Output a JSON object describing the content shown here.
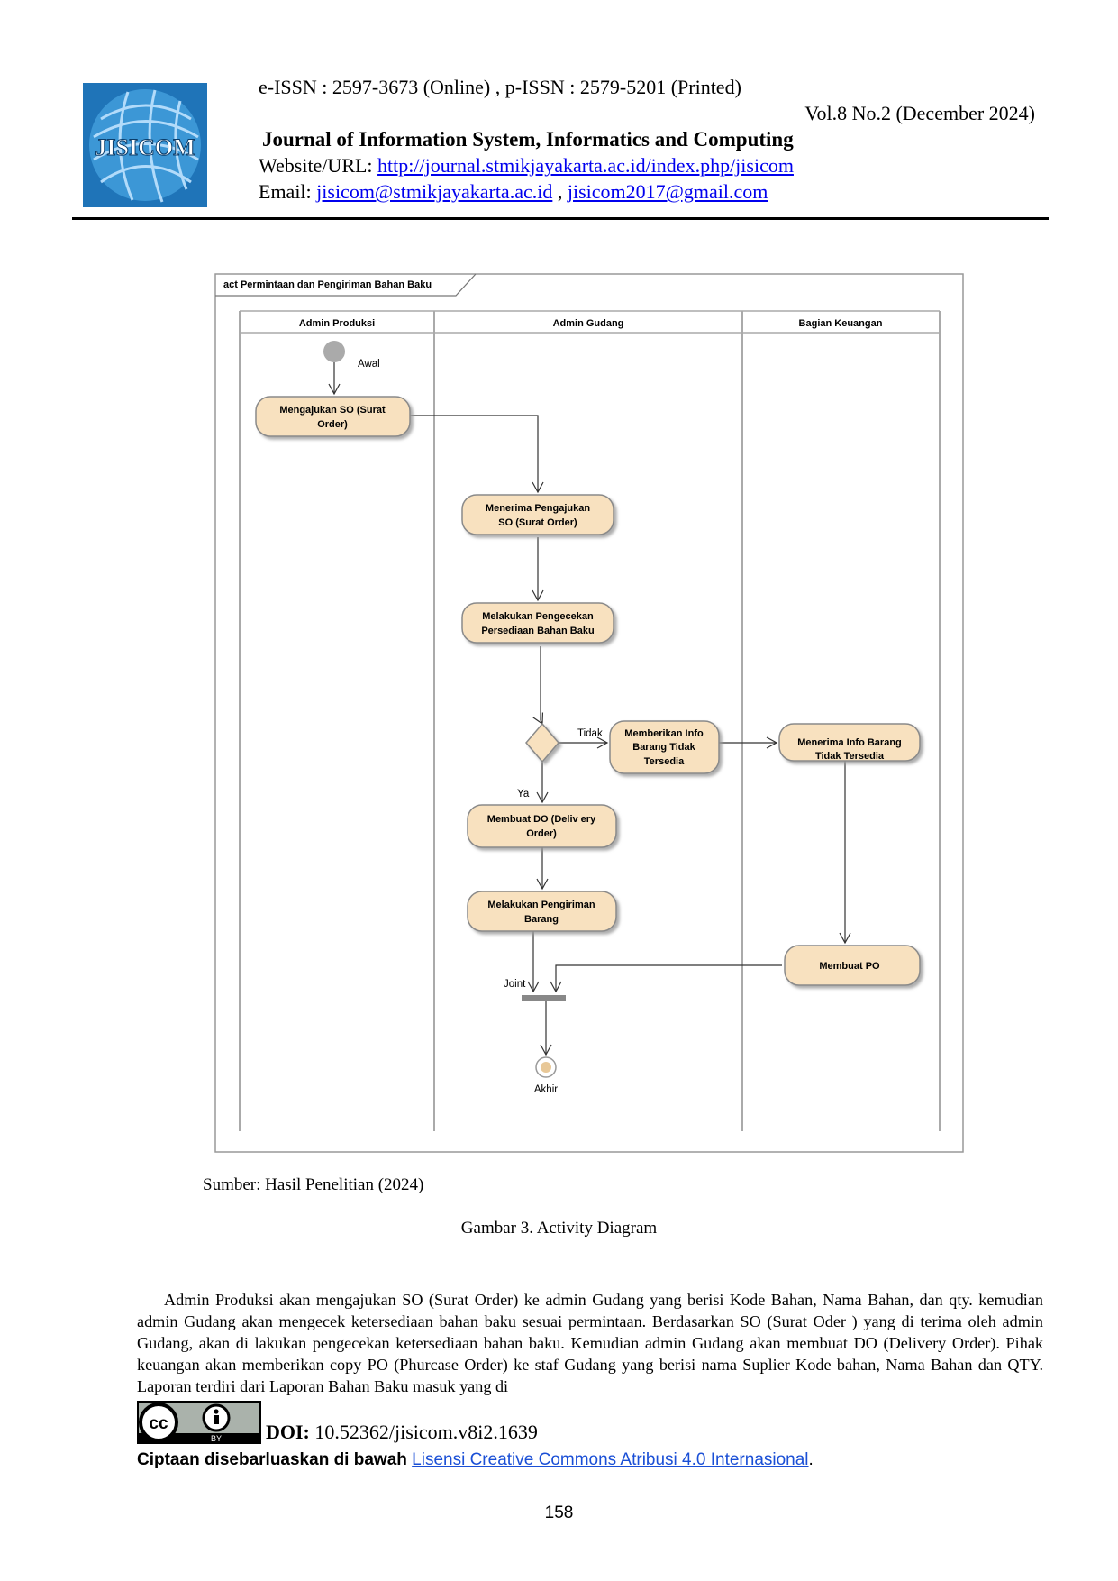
{
  "header": {
    "logo_text": "JISICOM",
    "issn": "e-ISSN : 2597-3673 (Online) , p-ISSN : 2579-5201 (Printed)",
    "volume": "Vol.8 No.2  (December  2024)",
    "journal_title": "Journal of Information System, Informatics and Computing",
    "website_label": "Website/URL: ",
    "website_url": "http://journal.stmikjayakarta.ac.id/index.php/jisicom",
    "email_label": "Email: ",
    "email_1": "jisicom@stmikjayakarta.ac.id",
    "email_sep": " , ",
    "email_2": "jisicom2017@gmail.com"
  },
  "diagram": {
    "frame_title": "act Permintaan dan Pengiriman Bahan Baku",
    "lanes": [
      "Admin Produksi",
      "Admin Gudang",
      "Bagian Keuangan"
    ],
    "nodes": {
      "start": "Awal",
      "a1": [
        "Mengajukan SO (Surat",
        "Order)"
      ],
      "a2": [
        "Menerima Pengajukan",
        "SO (Surat Order)"
      ],
      "a3": [
        "Melakukan Pengecekan",
        "Persediaan Bahan Baku"
      ],
      "a4": [
        "Memberikan Info",
        "Barang Tidak",
        "Tersedia"
      ],
      "a5": [
        "Menerima Info Barang",
        "Tidak Tersedia"
      ],
      "a6": [
        "Membuat DO (Deliv ery",
        "Order)"
      ],
      "a7": [
        "Melakukan Pengiriman",
        "Barang"
      ],
      "a8": [
        "Membuat PO"
      ],
      "join": "Joint",
      "end": "Akhir"
    },
    "guards": {
      "no": "Tidak",
      "yes": "Ya"
    }
  },
  "source": "Sumber: Hasil Penelitian (2024)",
  "caption": "Gambar 3. Activity Diagram",
  "paragraph": "Admin Produksi akan mengajukan SO (Surat Order) ke admin Gudang yang berisi Kode Bahan, Nama Bahan, dan qty. kemudian admin Gudang akan mengecek ketersediaan bahan baku sesuai permintaan. Berdasarkan SO (Surat Oder ) yang di terima oleh admin Gudang, akan di lakukan pengecekan ketersediaan bahan baku. Kemudian admin Gudang akan membuat DO (Delivery Order). Pihak keuangan akan memberikan copy PO (Phurcase Order) ke staf Gudang yang berisi nama Suplier Kode bahan, Nama Bahan dan QTY. Laporan terdiri dari Laporan Bahan Baku masuk yang di",
  "footer": {
    "cc_badge": "BY",
    "doi_label": "DOI:",
    "doi_value": " 10.52362/jisicom.v8i2.1639",
    "license_prefix": "Ciptaan disebarluaskan di bawah ",
    "license_link": "Lisensi Creative Commons Atribusi 4.0 Internasional",
    "license_suffix": ".",
    "page_number": "158"
  },
  "colors": {
    "activity_fill": "#f8e1bf",
    "activity_stroke": "#8a8a8a",
    "logo_blue": "#2a7fc0",
    "link_blue": "#0000ee"
  }
}
